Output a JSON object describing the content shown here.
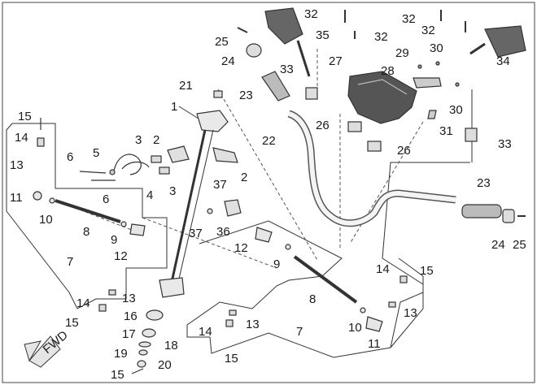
{
  "diagram": {
    "labels": {
      "l1": "1",
      "l2a": "2",
      "l2b": "2",
      "l3a": "3",
      "l3b": "3",
      "l4": "4",
      "l5": "5",
      "l6a": "6",
      "l6b": "6",
      "l7a": "7",
      "l7b": "7",
      "l8a": "8",
      "l8b": "8",
      "l9a": "9",
      "l9b": "9",
      "l10a": "10",
      "l10b": "10",
      "l11a": "11",
      "l11b": "11",
      "l12a": "12",
      "l12b": "12",
      "l13a": "13",
      "l13b": "13",
      "l13c": "13",
      "l13d": "13",
      "l14a": "14",
      "l14b": "14",
      "l14c": "14",
      "l14d": "14",
      "l15a": "15",
      "l15b": "15",
      "l15c": "15",
      "l15d": "15",
      "l15e": "15",
      "l16": "16",
      "l17": "17",
      "l18": "18",
      "l19": "19",
      "l20": "20",
      "l21": "21",
      "l22": "22",
      "l23a": "23",
      "l23b": "23",
      "l24a": "24",
      "l24b": "24",
      "l25a": "25",
      "l25b": "25",
      "l26a": "26",
      "l26b": "26",
      "l27": "27",
      "l28": "28",
      "l29": "29",
      "l30a": "30",
      "l30b": "30",
      "l31": "31",
      "l32a": "32",
      "l32b": "32",
      "l32c": "32",
      "l32d": "32",
      "l33a": "33",
      "l33b": "33",
      "l34": "34",
      "l35": "35",
      "l36": "36",
      "l37a": "37",
      "l37b": "37"
    },
    "fwd_text": "FWD"
  }
}
